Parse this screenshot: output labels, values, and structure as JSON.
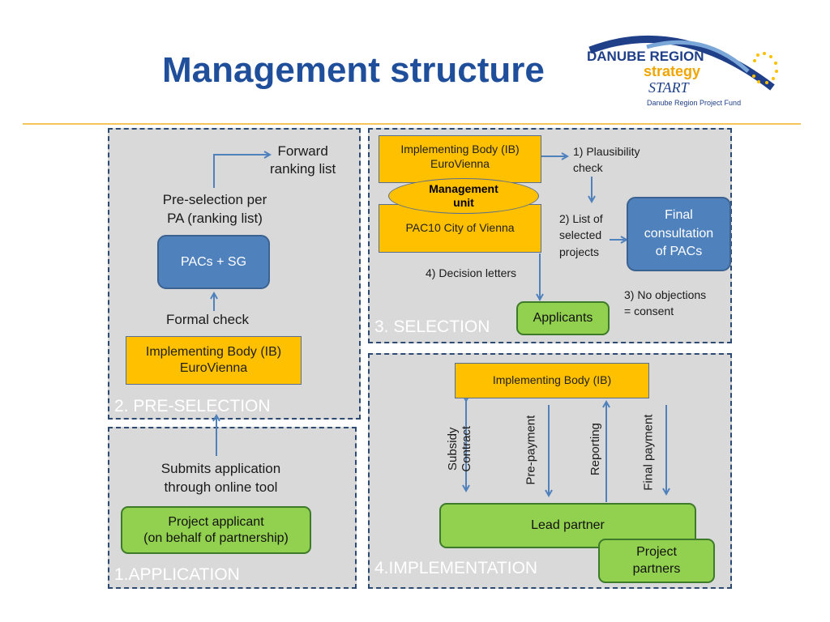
{
  "slide": {
    "title": "Management structure"
  },
  "logo": {
    "line1": "DANUBE REGION",
    "line2": "strategy",
    "line3": "START",
    "line4": "Danube Region Project Fund"
  },
  "colors": {
    "title": "#1f4e9b",
    "panel": "#d9d9d9",
    "panel_border": "#2d4a73",
    "orange": "#ffc000",
    "green": "#92d050",
    "blue": "#4f81bd",
    "arrow": "#4f81bd"
  },
  "panels": {
    "preselection": {
      "label": "2. PRE-SELECTION",
      "forward_line1": "Forward",
      "forward_line2": "ranking list",
      "preselect_line1": "Pre-selection per",
      "preselect_line2": "PA (ranking list)",
      "pacs_box": "PACs + SG",
      "formal_check": "Formal check",
      "ib_line1": "Implementing Body (IB)",
      "ib_line2": "EuroVienna"
    },
    "application": {
      "label": "1.APPLICATION",
      "submits_line1": "Submits application",
      "submits_line2": "through online tool",
      "applicant_line1": "Project applicant",
      "applicant_line2": "(on behalf of partnership)"
    },
    "selection": {
      "label": "3. SELECTION",
      "ib_line1": "Implementing Body (IB)",
      "ib_line2": "EuroVienna",
      "mgmt_line1": "Management",
      "mgmt_line2": "unit",
      "pac10": "PAC10 City of Vienna",
      "step1_line1": "1) Plausibility",
      "step1_line2": "check",
      "step2_line1": "2) List of",
      "step2_line2": "selected",
      "step2_line3": "projects",
      "final_line1": "Final",
      "final_line2": "consultation",
      "final_line3": "of PACs",
      "step3_line1": "3) No objections",
      "step3_line2": "= consent",
      "step4": "4) Decision letters",
      "applicants": "Applicants"
    },
    "implementation": {
      "label": "4.IMPLEMENTATION",
      "ib": "Implementing Body (IB)",
      "subsidy_line1": "Subsidy",
      "subsidy_line2": "Contract",
      "prepayment": "Pre-payment",
      "reporting": "Reporting",
      "final_payment": "Final payment",
      "lead_partner": "Lead partner",
      "partners_line1": "Project",
      "partners_line2": "partners"
    }
  }
}
